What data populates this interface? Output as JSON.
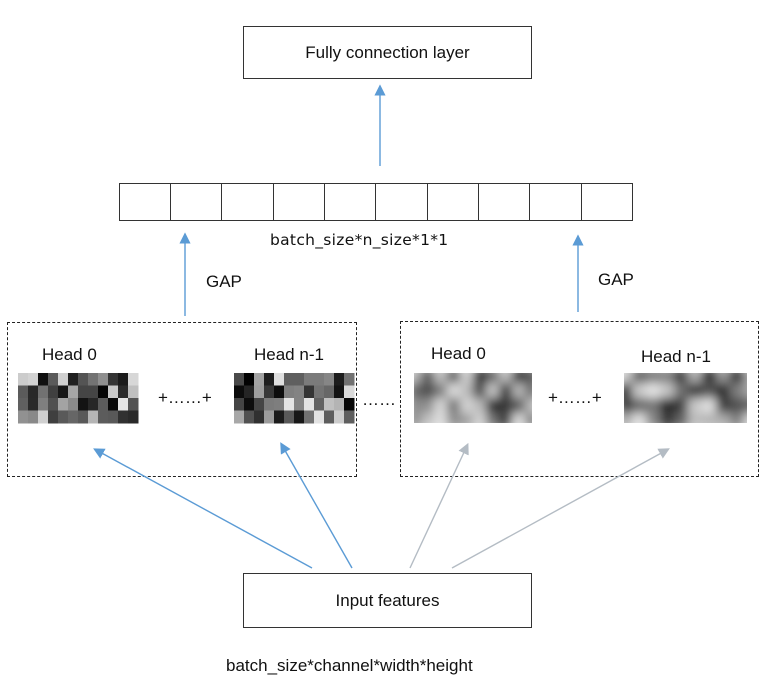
{
  "fc_layer": {
    "label": "Fully connection layer"
  },
  "vector": {
    "cell_count": 10,
    "shape_label": "batch_size*n_size*1*1"
  },
  "gap_left": "GAP",
  "gap_right": "GAP",
  "group_left": {
    "head_first": "Head 0",
    "head_last": "Head n-1",
    "sum_label": "+……+"
  },
  "group_right": {
    "head_first": "Head 0",
    "head_last": "Head n-1",
    "sum_label": "+……+"
  },
  "between_groups": "……",
  "input": {
    "label": "Input features",
    "shape_label": "batch_size*channel*width*height"
  },
  "colors": {
    "arrow_blue": "#5b9bd5",
    "arrow_gray": "#b4bcc4",
    "border": "#333333"
  }
}
